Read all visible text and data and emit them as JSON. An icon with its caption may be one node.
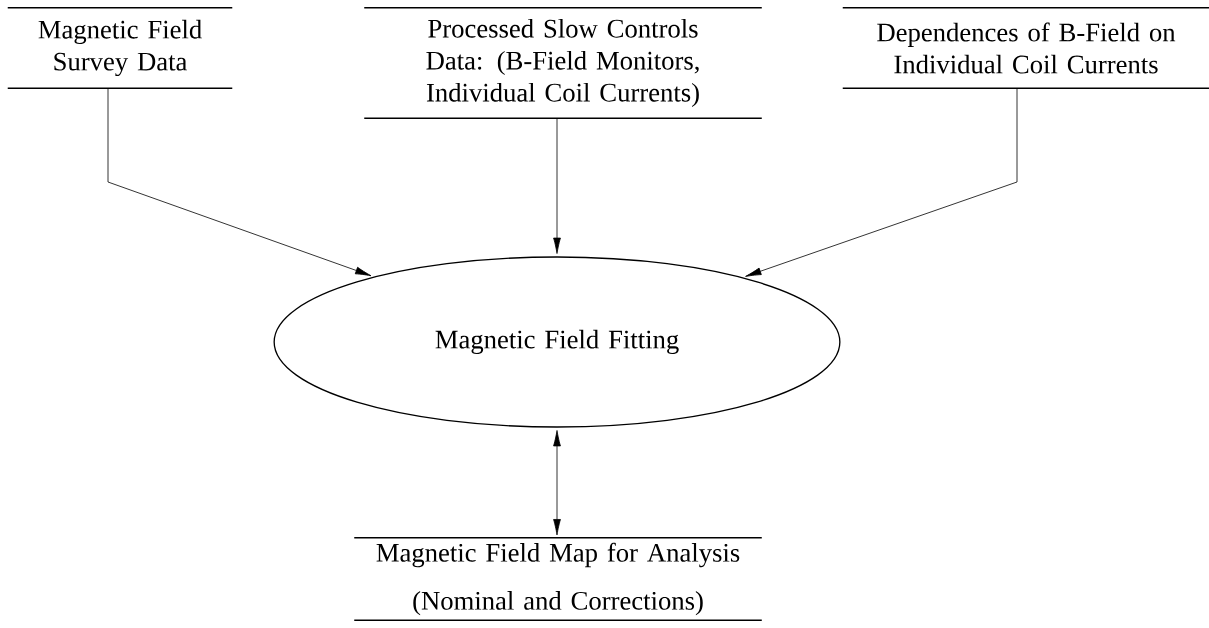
{
  "diagram": {
    "nodes": [
      {
        "text": [
          "Magnetic Field Survey Data"
        ]
      },
      {
        "text": [
          "Processed Slow Controls Data: (B-Field Monitors, Individual Coil Currents)"
        ]
      },
      {
        "text": [
          "Dependences of B-Field on Individual Coil Currents"
        ]
      },
      {
        "text": [
          "Magnetic Field Fitting"
        ]
      },
      {
        "text": [
          "Magnetic Field Map for Analysis (Nominal and Corrections)"
        ]
      }
    ],
    "edges": [
      {
        "from": 0,
        "to": 3,
        "arrow": "to"
      },
      {
        "from": 1,
        "to": 3,
        "arrow": "to"
      },
      {
        "from": 2,
        "to": 3,
        "arrow": "to"
      },
      {
        "from": 3,
        "to": 4,
        "arrow": "both"
      }
    ]
  }
}
